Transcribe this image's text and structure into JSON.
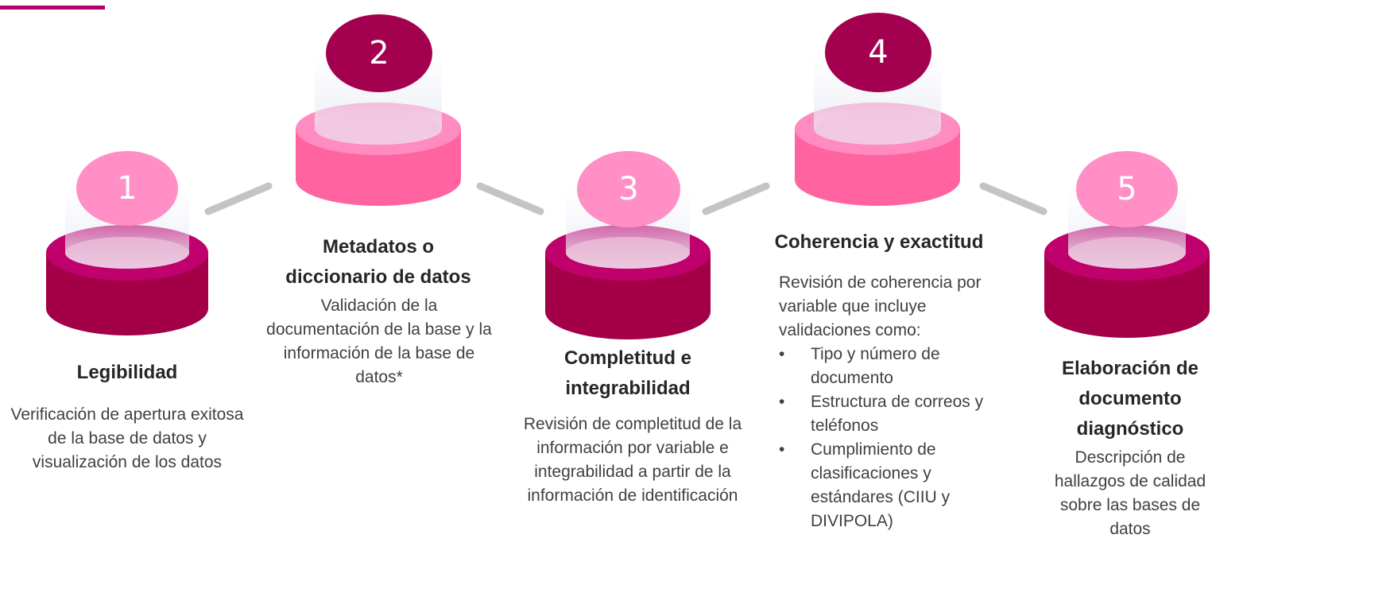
{
  "colors": {
    "accent": "#b0006a",
    "dark_top": "#c0006c",
    "dark_side": "#a30048",
    "light_top": "#ff8cc0",
    "light_side": "#ff64a1",
    "bubble_dark": "#a3004f",
    "bubble_light": "#ff8fc4",
    "connector": "#c4c4c4"
  },
  "steps": [
    {
      "number": "1",
      "title": "Legibilidad",
      "description": "Verificación de apertura exitosa de la base de datos y visualización de los datos"
    },
    {
      "number": "2",
      "title": "Metadatos o diccionario de datos",
      "description": "Validación de la documentación de la base y la información de la base de datos*"
    },
    {
      "number": "3",
      "title": "Completitud e integrabilidad",
      "description": "Revisión de completitud de la información por variable e integrabilidad a partir de la información de identificación"
    },
    {
      "number": "4",
      "title": "Coherencia y exactitud",
      "description": "Revisión de coherencia por variable que incluye validaciones como:",
      "bullets": [
        "Tipo y número de documento",
        "Estructura de correos y teléfonos",
        "Cumplimiento de clasificaciones y estándares (CIIU y DIVIPOLA)"
      ]
    },
    {
      "number": "5",
      "title": "Elaboración de documento diagnóstico",
      "description": "Descripción de hallazgos de calidad  sobre las bases de datos"
    }
  ]
}
